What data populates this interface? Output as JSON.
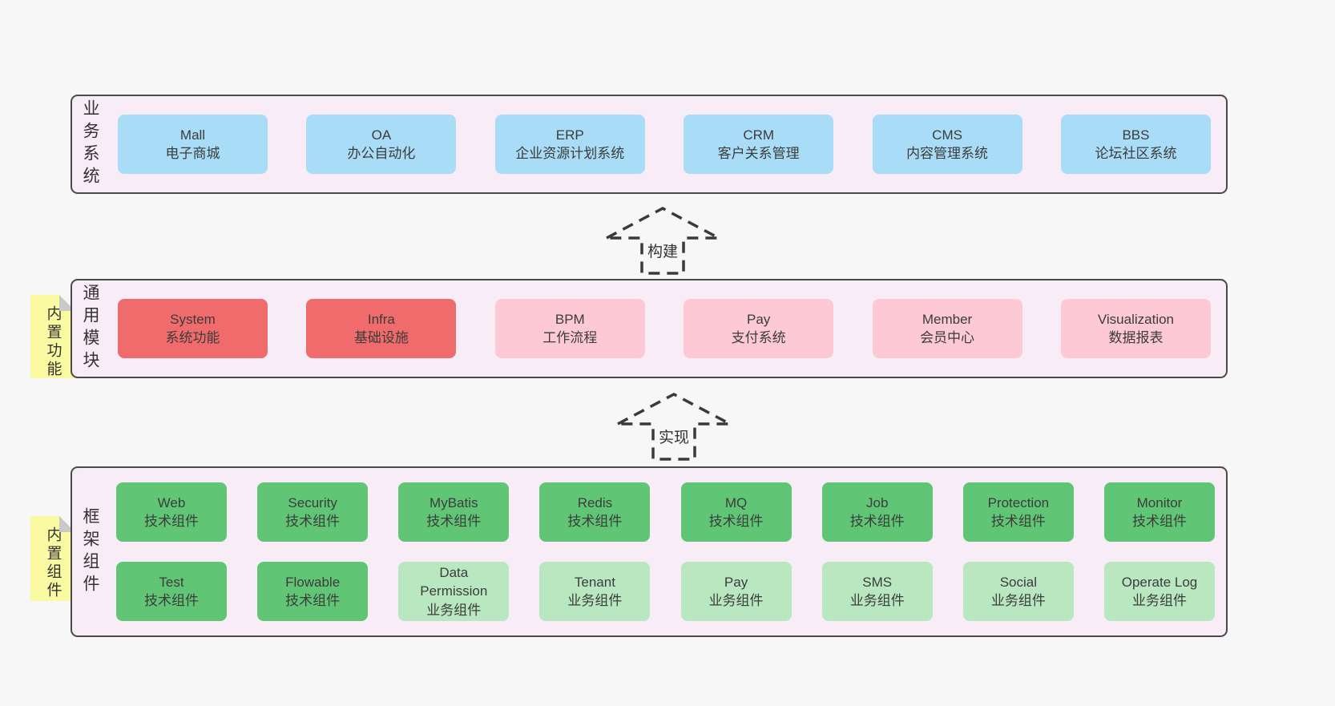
{
  "colors": {
    "page-bg": "#f7f7f7",
    "panel-bg": "#f8edf6",
    "panel-border": "#4a4a4a",
    "box-blue": "#a9dcf7",
    "box-red": "#f06b6b",
    "box-pink": "#fcc9d4",
    "box-green": "#60c675",
    "box-light-green": "#b9e7bf",
    "note-yellow": "#fafaa2",
    "note-fold": "#c9c9c9",
    "text": "#3c3c3c",
    "arrow": "#3a3a3a"
  },
  "sections": {
    "business": {
      "label": "业务系统",
      "items": [
        {
          "title": "Mall",
          "subtitle": "电子商城"
        },
        {
          "title": "OA",
          "subtitle": "办公自动化"
        },
        {
          "title": "ERP",
          "subtitle": "企业资源计划系统"
        },
        {
          "title": "CRM",
          "subtitle": "客户关系管理"
        },
        {
          "title": "CMS",
          "subtitle": "内容管理系统"
        },
        {
          "title": "BBS",
          "subtitle": "论坛社区系统"
        }
      ]
    },
    "modules": {
      "label": "通用模块",
      "tag": "内置功能",
      "items": [
        {
          "title": "System",
          "subtitle": "系统功能"
        },
        {
          "title": "Infra",
          "subtitle": "基础设施"
        },
        {
          "title": "BPM",
          "subtitle": "工作流程"
        },
        {
          "title": "Pay",
          "subtitle": "支付系统"
        },
        {
          "title": "Member",
          "subtitle": "会员中心"
        },
        {
          "title": "Visualization",
          "subtitle": "数据报表"
        }
      ]
    },
    "components": {
      "label": "框架组件",
      "tag": "内置组件",
      "row1": [
        {
          "title": "Web",
          "subtitle": "技术组件"
        },
        {
          "title": "Security",
          "subtitle": "技术组件"
        },
        {
          "title": "MyBatis",
          "subtitle": "技术组件"
        },
        {
          "title": "Redis",
          "subtitle": "技术组件"
        },
        {
          "title": "MQ",
          "subtitle": "技术组件"
        },
        {
          "title": "Job",
          "subtitle": "技术组件"
        },
        {
          "title": "Protection",
          "subtitle": "技术组件"
        },
        {
          "title": "Monitor",
          "subtitle": "技术组件"
        }
      ],
      "row2": [
        {
          "title": "Test",
          "subtitle": "技术组件"
        },
        {
          "title": "Flowable",
          "subtitle": "技术组件"
        },
        {
          "title": "Data Permission",
          "subtitle": "业务组件"
        },
        {
          "title": "Tenant",
          "subtitle": "业务组件"
        },
        {
          "title": "Pay",
          "subtitle": "业务组件"
        },
        {
          "title": "SMS",
          "subtitle": "业务组件"
        },
        {
          "title": "Social",
          "subtitle": "业务组件"
        },
        {
          "title": "Operate Log",
          "subtitle": "业务组件"
        }
      ]
    }
  },
  "arrows": {
    "build": {
      "label": "构建"
    },
    "implement": {
      "label": "实现"
    }
  }
}
